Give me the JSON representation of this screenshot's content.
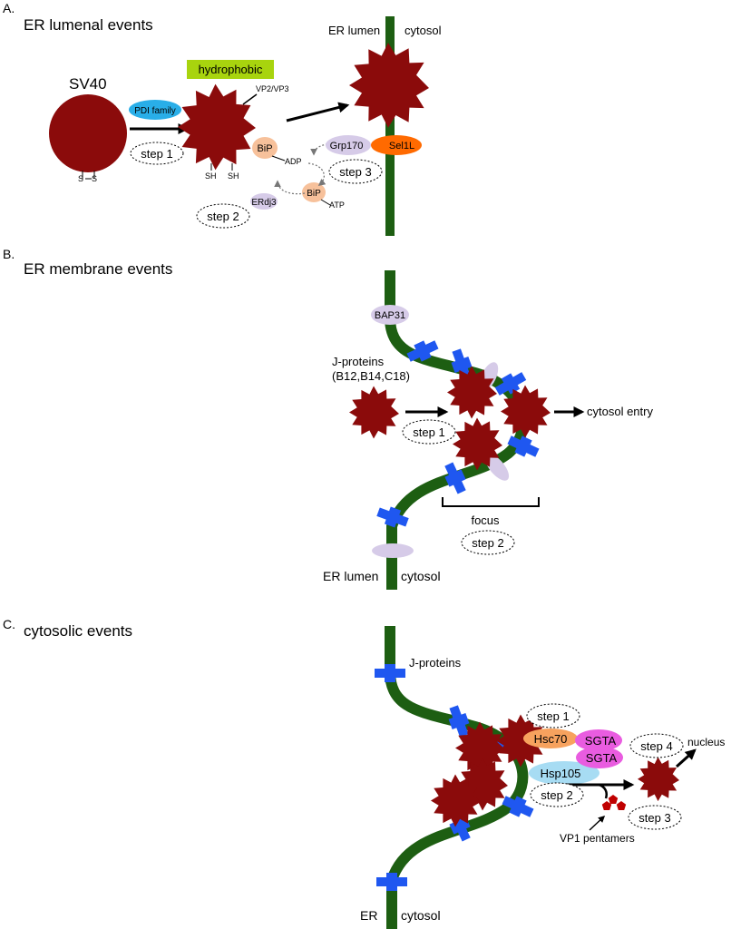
{
  "colors": {
    "membrane": "#1d5e12",
    "particle": "#8b0b0b",
    "pdi": "#29aee8",
    "hydrophobic_bg": "#a8d40e",
    "bip": "#f7c19b",
    "pale_purple": "#d6cbe8",
    "sel1l": "#ff6a00",
    "jprotein": "#1f57f0",
    "hsc70": "#f7a25e",
    "sgta": "#e95ce0",
    "hsp105": "#a7dcf3"
  },
  "panel_a": {
    "letter": "A.",
    "title": "ER lumenal events",
    "sv40": "SV40",
    "disulfide_left": "S",
    "disulfide_right": "S",
    "pdi_family": "PDI family",
    "step1": "step 1",
    "hydrophobic": "hydrophobic",
    "vp2vp3": "VP2/VP3",
    "bip": "BiP",
    "sh_left": "SH",
    "sh_right": "SH",
    "adp": "ADP",
    "erdj3": "ERdj3",
    "bip_atp": "BiP",
    "atp": "ATP",
    "step2": "step 2",
    "grp170": "Grp170",
    "sel1l": "Sel1L",
    "step3": "step 3",
    "er_lumen": "ER lumen",
    "cytosol": "cytosol"
  },
  "panel_b": {
    "letter": "B.",
    "title": "ER membrane events",
    "bap31": "BAP31",
    "jproteins_line1": "J-proteins",
    "jproteins_line2": "(B12,B14,C18)",
    "step1": "step 1",
    "cytosol_entry": "cytosol entry",
    "focus": "focus",
    "step2": "step 2",
    "er_lumen": "ER lumen",
    "cytosol": "cytosol"
  },
  "panel_c": {
    "letter": "C.",
    "title": "cytosolic events",
    "jproteins": "J-proteins",
    "step1": "step 1",
    "hsc70": "Hsc70",
    "sgta1": "SGTA",
    "sgta2": "SGTA",
    "hsp105": "Hsp105",
    "step2": "step 2",
    "step3": "step 3",
    "step4": "step 4",
    "nucleus": "nucleus",
    "vp1": "VP1 pentamers",
    "er": "ER",
    "cytosol": "cytosol"
  }
}
